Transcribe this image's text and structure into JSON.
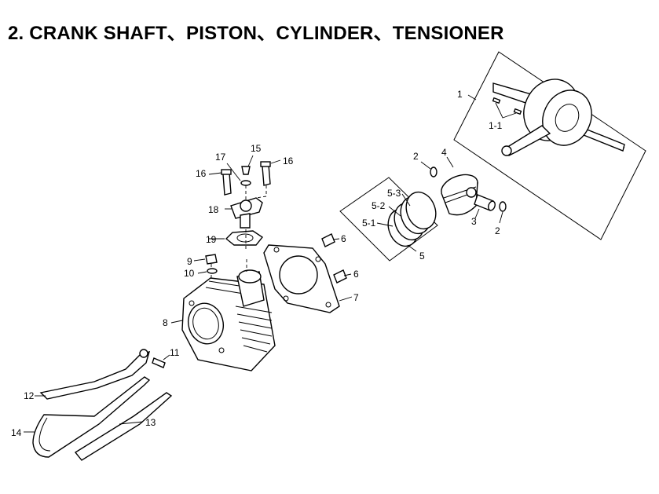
{
  "title": "2. CRANK SHAFT、PISTON、CYLINDER、TENSIONER",
  "callouts": {
    "c1": "1",
    "c1_1": "1-1",
    "c2a": "2",
    "c2b": "2",
    "c3": "3",
    "c4": "4",
    "c5": "5",
    "c5_1": "5-1",
    "c5_2": "5-2",
    "c5_3": "5-3",
    "c6a": "6",
    "c6b": "6",
    "c7": "7",
    "c8": "8",
    "c9": "9",
    "c10": "10",
    "c11": "11",
    "c12": "12",
    "c13": "13",
    "c14": "14",
    "c15": "15",
    "c16a": "16",
    "c16b": "16",
    "c17": "17",
    "c18": "18",
    "c19": "19"
  }
}
